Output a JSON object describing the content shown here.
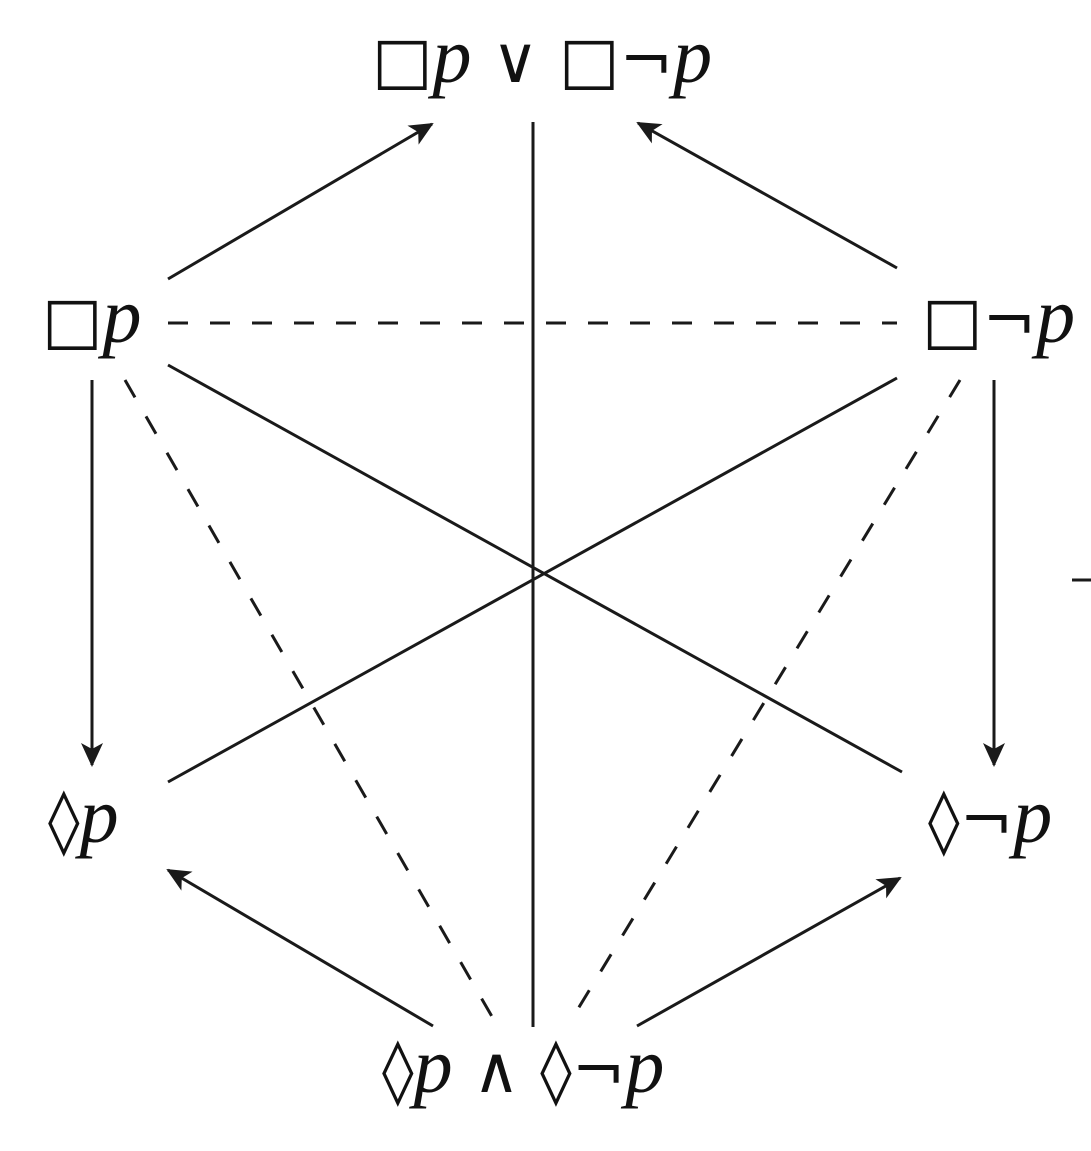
{
  "diagram": {
    "type": "hexagon of opposition",
    "colors": {
      "stroke": "#1a1a1a",
      "background": "#ffffff"
    },
    "nodes": {
      "top": [
        "□",
        "p",
        " ∨ □¬",
        "p"
      ],
      "upper_left": [
        "□",
        "p"
      ],
      "upper_right": [
        "□¬",
        "p"
      ],
      "lower_left": [
        "◊",
        "p"
      ],
      "lower_right": [
        "◊¬",
        "p"
      ],
      "bottom": [
        "◊",
        "p",
        " ∧ ◊¬",
        "p"
      ]
    },
    "edges": [
      {
        "from": "upper_left",
        "to": "top",
        "style": "arrow"
      },
      {
        "from": "upper_right",
        "to": "top",
        "style": "arrow"
      },
      {
        "from": "upper_left",
        "to": "lower_left",
        "style": "arrow"
      },
      {
        "from": "upper_right",
        "to": "lower_right",
        "style": "arrow"
      },
      {
        "from": "bottom",
        "to": "lower_left",
        "style": "arrow"
      },
      {
        "from": "bottom",
        "to": "lower_right",
        "style": "arrow"
      },
      {
        "from": "top",
        "to": "bottom",
        "style": "solid"
      },
      {
        "from": "upper_left",
        "to": "lower_right",
        "style": "solid"
      },
      {
        "from": "upper_right",
        "to": "lower_left",
        "style": "solid"
      },
      {
        "from": "upper_left",
        "to": "upper_right",
        "style": "dashed"
      },
      {
        "from": "upper_left",
        "to": "bottom",
        "style": "dashed"
      },
      {
        "from": "upper_right",
        "to": "bottom",
        "style": "dashed"
      }
    ]
  }
}
